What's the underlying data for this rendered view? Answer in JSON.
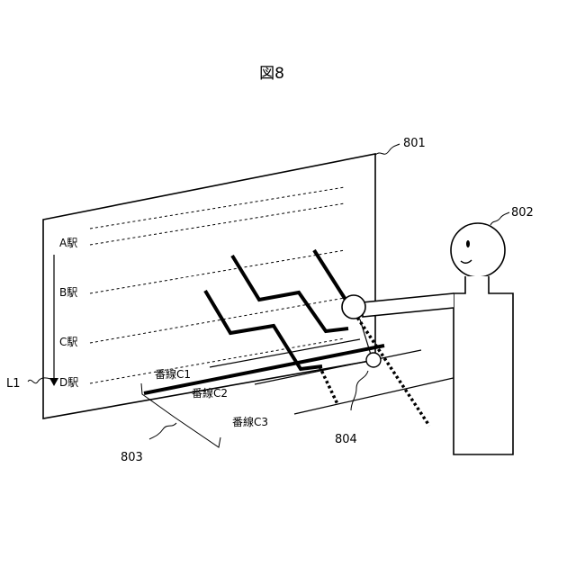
{
  "figure": {
    "title": "図8"
  },
  "refs": {
    "screen": "801",
    "person": "802",
    "tracks": "803",
    "point": "804",
    "axis": "L1"
  },
  "stations": [
    "A駅",
    "B駅",
    "C駅",
    "D駅"
  ],
  "tracks": [
    "番線C1",
    "番線C2",
    "番線C3"
  ]
}
